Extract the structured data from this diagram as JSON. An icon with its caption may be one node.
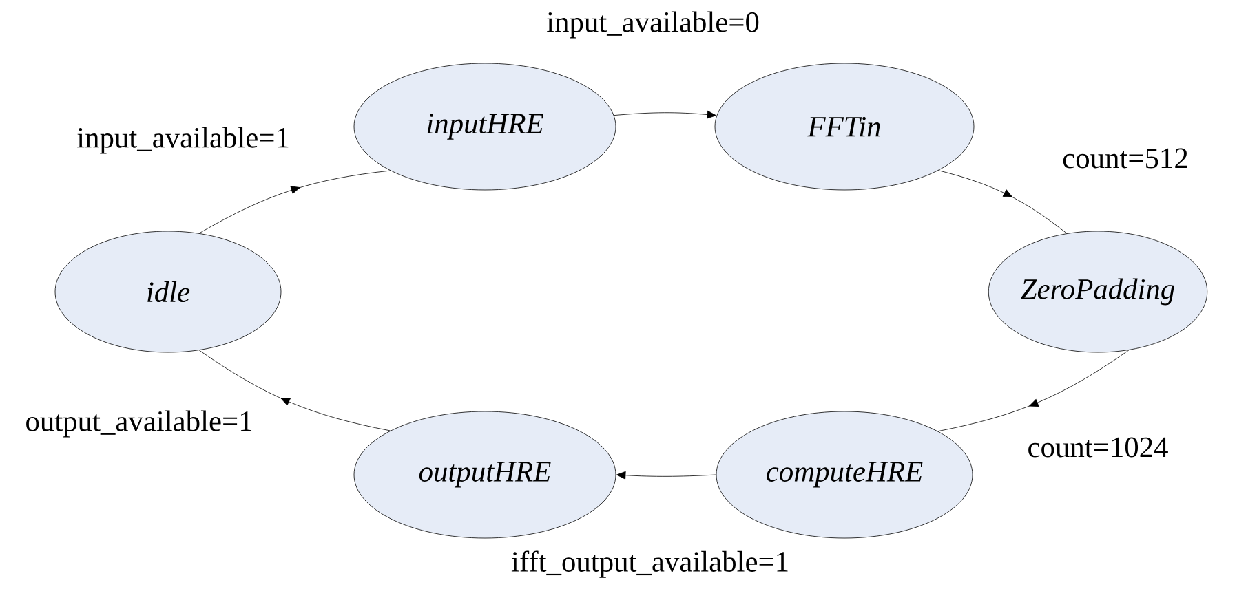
{
  "diagram": {
    "nodes": [
      {
        "text": [
          "idle"
        ]
      },
      {
        "text": [
          "inputHRE"
        ]
      },
      {
        "text": [
          "FFTin"
        ]
      },
      {
        "text": [
          "ZeroPadding"
        ]
      },
      {
        "text": [
          "computeHRE"
        ]
      },
      {
        "text": [
          "outputHRE"
        ]
      }
    ],
    "edges": [
      {
        "from": 0,
        "to": 1,
        "arrow": "to",
        "label": "input_available=1"
      },
      {
        "from": 1,
        "to": 2,
        "arrow": "to",
        "label": "input_available=0"
      },
      {
        "from": 2,
        "to": 3,
        "arrow": "to",
        "label": "count=512"
      },
      {
        "from": 3,
        "to": 4,
        "arrow": "to",
        "label": "count=1024"
      },
      {
        "from": 4,
        "to": 5,
        "arrow": "to",
        "label": "ifft_output_available=1"
      },
      {
        "from": 5,
        "to": 0,
        "arrow": "to",
        "label": "output_available=1"
      }
    ]
  }
}
